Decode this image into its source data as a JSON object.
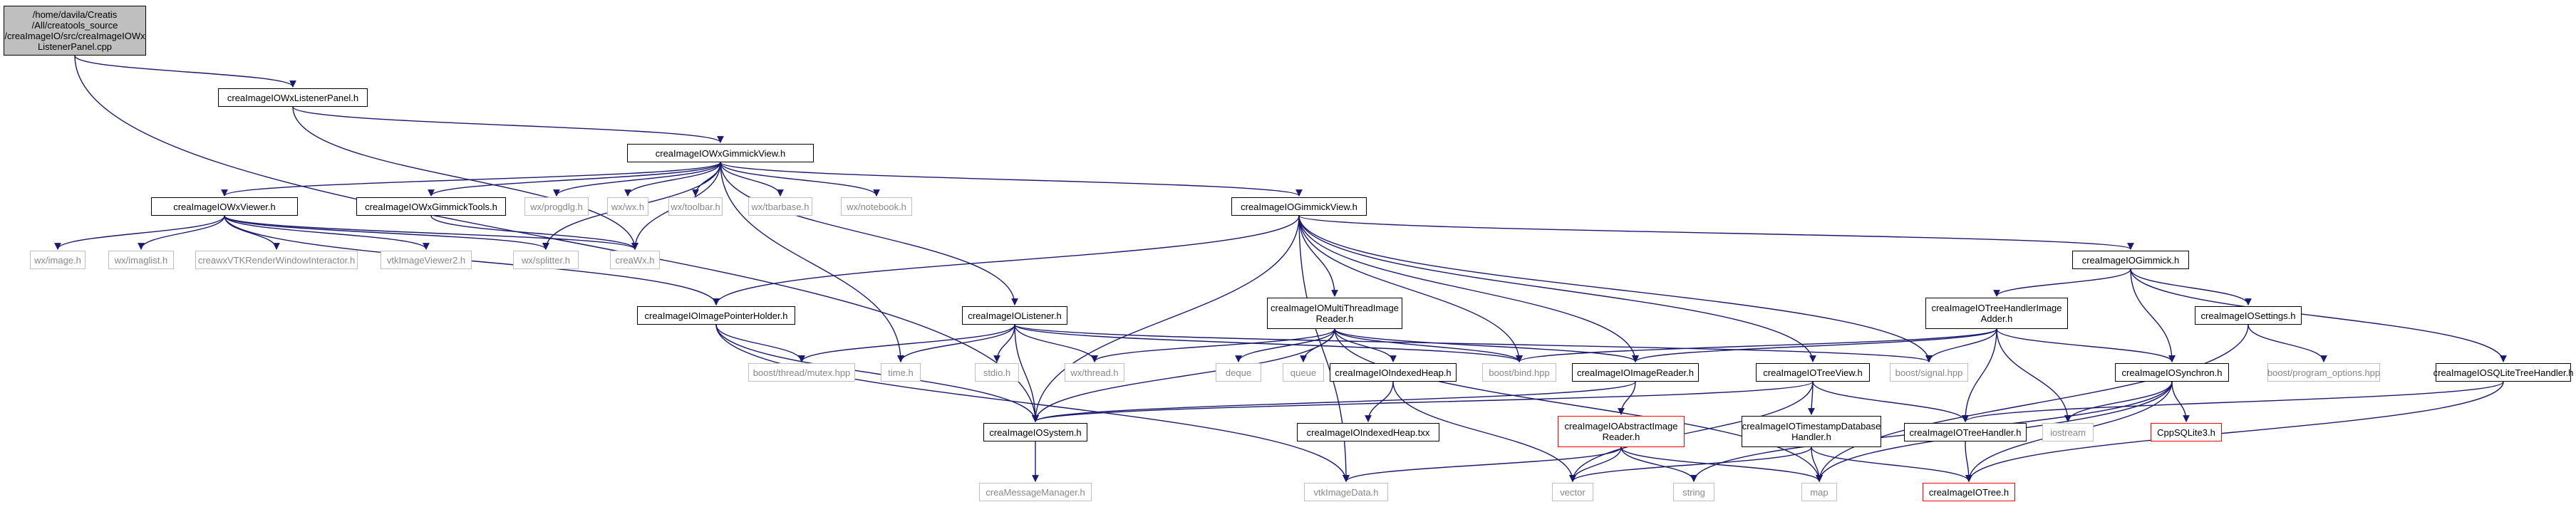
{
  "nodes": [
    {
      "id": "root",
      "label": "/home/davila/Creatis\n/All/creatools_source\n/creaImageIO/src/creaImageIOWx\nListenerPanel.cpp",
      "style": "root"
    },
    {
      "id": "wxlp",
      "label": "creaImageIOWxListenerPanel.h",
      "style": "black"
    },
    {
      "id": "wxgv",
      "label": "creaImageIOWxGimmickView.h",
      "style": "black"
    },
    {
      "id": "wxv",
      "label": "creaImageIOWxViewer.h",
      "style": "black"
    },
    {
      "id": "wxgt",
      "label": "creaImageIOWxGimmickTools.h",
      "style": "black"
    },
    {
      "id": "wxprog",
      "label": "wx/progdlg.h",
      "style": "gray"
    },
    {
      "id": "wxwx",
      "label": "wx/wx.h",
      "style": "gray"
    },
    {
      "id": "wxtb",
      "label": "wx/toolbar.h",
      "style": "gray"
    },
    {
      "id": "wxtbb",
      "label": "wx/tbarbase.h",
      "style": "gray"
    },
    {
      "id": "wxnb",
      "label": "wx/notebook.h",
      "style": "gray"
    },
    {
      "id": "gv",
      "label": "creaImageIOGimmickView.h",
      "style": "black"
    },
    {
      "id": "wximage",
      "label": "wx/image.h",
      "style": "gray"
    },
    {
      "id": "wximaglist",
      "label": "wx/imaglist.h",
      "style": "gray"
    },
    {
      "id": "crvtk",
      "label": "creawxVTKRenderWindowInteractor.h",
      "style": "gray"
    },
    {
      "id": "vtkiv",
      "label": "vtkImageViewer2.h",
      "style": "gray"
    },
    {
      "id": "wxsplit",
      "label": "wx/splitter.h",
      "style": "gray"
    },
    {
      "id": "creawx",
      "label": "creaWx.h",
      "style": "gray"
    },
    {
      "id": "gimmick",
      "label": "creaImageIOGimmick.h",
      "style": "black"
    },
    {
      "id": "iph",
      "label": "creaImageIOImagePointerHolder.h",
      "style": "black"
    },
    {
      "id": "listener",
      "label": "creaImageIOListener.h",
      "style": "black"
    },
    {
      "id": "mtir",
      "label": "creaImageIOMultiThreadImage\nReader.h",
      "style": "black"
    },
    {
      "id": "thia",
      "label": "creaImageIOTreeHandlerImage\nAdder.h",
      "style": "black"
    },
    {
      "id": "settings",
      "label": "creaImageIOSettings.h",
      "style": "black"
    },
    {
      "id": "sqlite",
      "label": "creaImageIOSQLiteTreeHandler.h",
      "style": "black"
    },
    {
      "id": "mutex",
      "label": "boost/thread/mutex.hpp",
      "style": "gray"
    },
    {
      "id": "timeh",
      "label": "time.h",
      "style": "gray"
    },
    {
      "id": "stdio",
      "label": "stdio.h",
      "style": "gray"
    },
    {
      "id": "wxthread",
      "label": "wx/thread.h",
      "style": "gray"
    },
    {
      "id": "deque",
      "label": "deque",
      "style": "gray"
    },
    {
      "id": "queue",
      "label": "queue",
      "style": "gray"
    },
    {
      "id": "iheap",
      "label": "creaImageIOIndexedHeap.h",
      "style": "black"
    },
    {
      "id": "bind",
      "label": "boost/bind.hpp",
      "style": "gray"
    },
    {
      "id": "ireader",
      "label": "creaImageIOImageReader.h",
      "style": "black"
    },
    {
      "id": "treeview",
      "label": "creaImageIOTreeView.h",
      "style": "black"
    },
    {
      "id": "signal",
      "label": "boost/signal.hpp",
      "style": "gray"
    },
    {
      "id": "synchron",
      "label": "creaImageIOSynchron.h",
      "style": "black"
    },
    {
      "id": "progopt",
      "label": "boost/program_options.hpp",
      "style": "gray"
    },
    {
      "id": "system",
      "label": "creaImageIOSystem.h",
      "style": "black"
    },
    {
      "id": "iheaptxx",
      "label": "creaImageIOIndexedHeap.txx",
      "style": "black"
    },
    {
      "id": "absreader",
      "label": "creaImageIOAbstractImage\nReader.h",
      "style": "red"
    },
    {
      "id": "tsdb",
      "label": "creaImageIOTimestampDatabase\nHandler.h",
      "style": "black"
    },
    {
      "id": "treehandler",
      "label": "creaImageIOTreeHandler.h",
      "style": "black"
    },
    {
      "id": "iostream",
      "label": "iostream",
      "style": "gray"
    },
    {
      "id": "cppsqlite",
      "label": "CppSQLite3.h",
      "style": "red"
    },
    {
      "id": "msgmgr",
      "label": "creaMessageManager.h",
      "style": "gray"
    },
    {
      "id": "vtkimgdata",
      "label": "vtkImageData.h",
      "style": "gray"
    },
    {
      "id": "vector",
      "label": "vector",
      "style": "gray"
    },
    {
      "id": "string",
      "label": "string",
      "style": "gray"
    },
    {
      "id": "map",
      "label": "map",
      "style": "gray"
    },
    {
      "id": "tree",
      "label": "creaImageIOTree.h",
      "style": "red"
    }
  ],
  "edges": [
    [
      "root",
      "wxlp"
    ],
    [
      "root",
      "system"
    ],
    [
      "wxlp",
      "wxgv"
    ],
    [
      "wxlp",
      "creawx"
    ],
    [
      "wxgv",
      "wxv"
    ],
    [
      "wxgv",
      "wxgt"
    ],
    [
      "wxgv",
      "wxprog"
    ],
    [
      "wxgv",
      "wxwx"
    ],
    [
      "wxgv",
      "wxtb"
    ],
    [
      "wxgv",
      "wxtbb"
    ],
    [
      "wxgv",
      "wxnb"
    ],
    [
      "wxgv",
      "gv"
    ],
    [
      "wxgv",
      "listener"
    ],
    [
      "wxgv",
      "wxsplit"
    ],
    [
      "wxgv",
      "creawx"
    ],
    [
      "wxgv",
      "timeh"
    ],
    [
      "wxv",
      "wximage"
    ],
    [
      "wxv",
      "wximaglist"
    ],
    [
      "wxv",
      "crvtk"
    ],
    [
      "wxv",
      "vtkiv"
    ],
    [
      "wxv",
      "wxsplit"
    ],
    [
      "wxv",
      "creawx"
    ],
    [
      "wxv",
      "iph"
    ],
    [
      "wxgt",
      "creawx"
    ],
    [
      "gv",
      "gimmick"
    ],
    [
      "gv",
      "iph"
    ],
    [
      "gv",
      "mtir"
    ],
    [
      "gv",
      "system"
    ],
    [
      "gv",
      "vtkimgdata"
    ],
    [
      "gv",
      "bind"
    ],
    [
      "gv",
      "treeview"
    ],
    [
      "gv",
      "signal"
    ],
    [
      "gv",
      "ireader"
    ],
    [
      "gimmick",
      "thia"
    ],
    [
      "gimmick",
      "synchron"
    ],
    [
      "gimmick",
      "settings"
    ],
    [
      "gimmick",
      "sqlite"
    ],
    [
      "iph",
      "mutex"
    ],
    [
      "iph",
      "system"
    ],
    [
      "iph",
      "vtkimgdata"
    ],
    [
      "listener",
      "mutex"
    ],
    [
      "listener",
      "timeh"
    ],
    [
      "listener",
      "stdio"
    ],
    [
      "listener",
      "wxthread"
    ],
    [
      "listener",
      "system"
    ],
    [
      "listener",
      "bind"
    ],
    [
      "listener",
      "signal"
    ],
    [
      "mtir",
      "wxthread"
    ],
    [
      "mtir",
      "deque"
    ],
    [
      "mtir",
      "queue"
    ],
    [
      "mtir",
      "iheap"
    ],
    [
      "mtir",
      "bind"
    ],
    [
      "mtir",
      "system"
    ],
    [
      "mtir",
      "ireader"
    ],
    [
      "mtir",
      "map"
    ],
    [
      "thia",
      "ireader"
    ],
    [
      "thia",
      "bind"
    ],
    [
      "thia",
      "signal"
    ],
    [
      "thia",
      "synchron"
    ],
    [
      "thia",
      "treehandler"
    ],
    [
      "thia",
      "iostream"
    ],
    [
      "settings",
      "progopt"
    ],
    [
      "settings",
      "map"
    ],
    [
      "sqlite",
      "treehandler"
    ],
    [
      "sqlite",
      "tree"
    ],
    [
      "iheap",
      "iheaptxx"
    ],
    [
      "iheap",
      "vector"
    ],
    [
      "ireader",
      "absreader"
    ],
    [
      "ireader",
      "system"
    ],
    [
      "treeview",
      "system"
    ],
    [
      "treeview",
      "treehandler"
    ],
    [
      "treeview",
      "tsdb"
    ],
    [
      "treeview",
      "vector"
    ],
    [
      "synchron",
      "cppsqlite"
    ],
    [
      "synchron",
      "iostream"
    ],
    [
      "synchron",
      "map"
    ],
    [
      "synchron",
      "string"
    ],
    [
      "synchron",
      "tree"
    ],
    [
      "system",
      "msgmgr"
    ],
    [
      "absreader",
      "vtkimgdata"
    ],
    [
      "absreader",
      "vector"
    ],
    [
      "absreader",
      "string"
    ],
    [
      "absreader",
      "map"
    ],
    [
      "tsdb",
      "vector"
    ],
    [
      "tsdb",
      "map"
    ],
    [
      "tsdb",
      "tree"
    ],
    [
      "treehandler",
      "tree"
    ]
  ]
}
